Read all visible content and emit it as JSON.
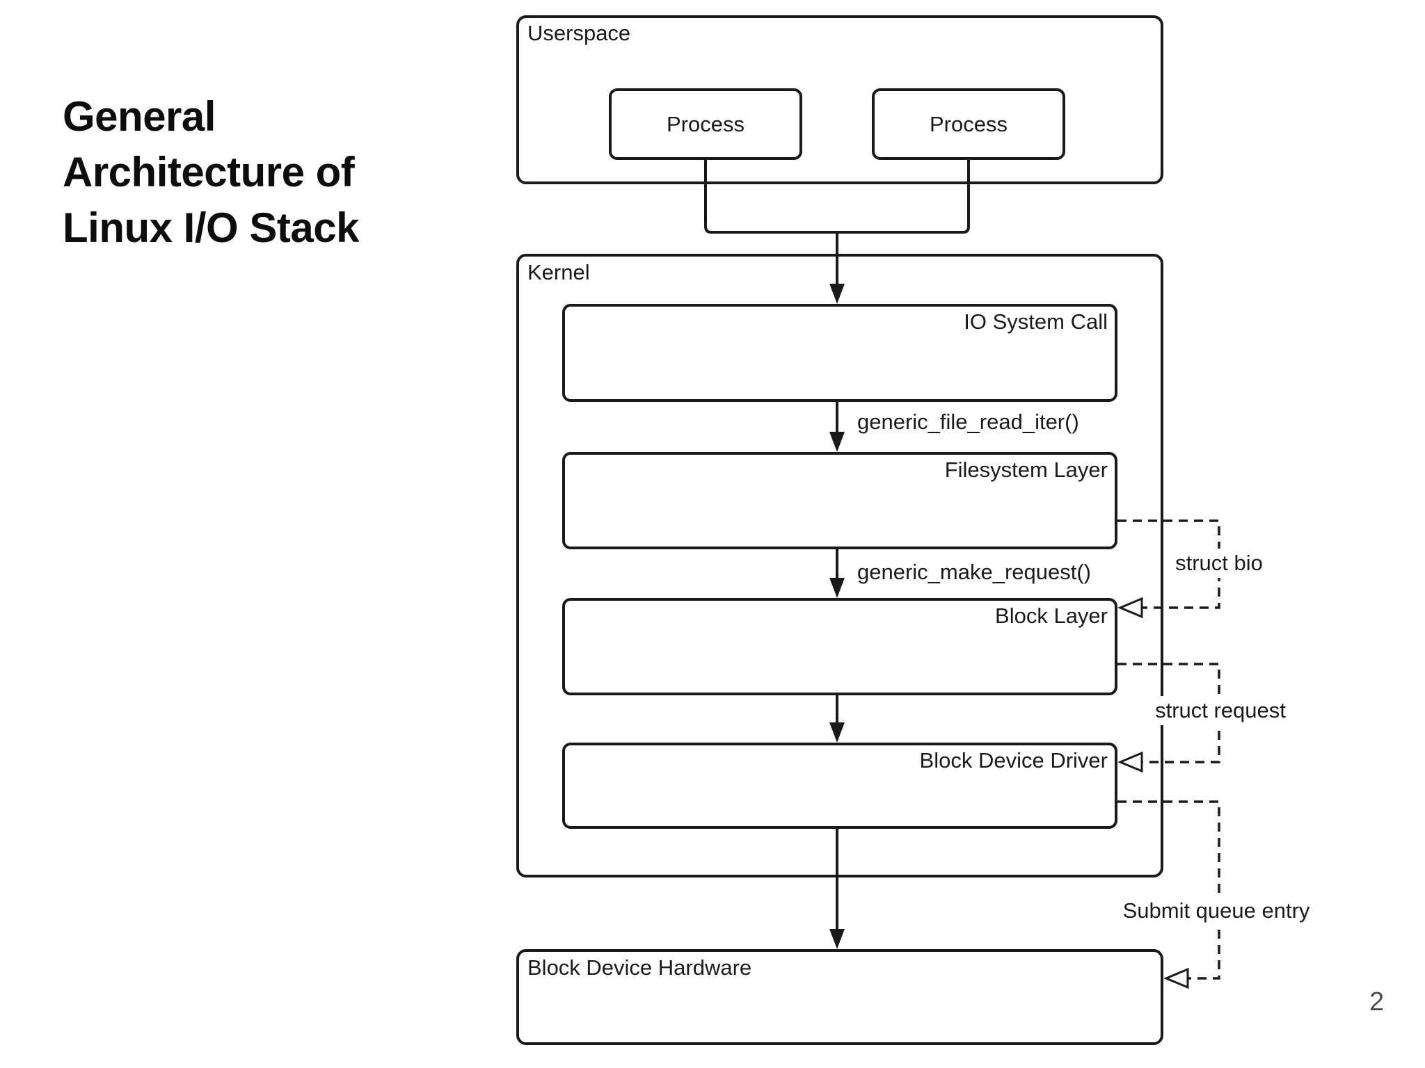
{
  "slide": {
    "title_lines": [
      "General",
      "Architecture of",
      "Linux I/O Stack"
    ],
    "page_number": "2"
  },
  "diagram": {
    "userspace_label": "Userspace",
    "processes": [
      "Process",
      "Process"
    ],
    "kernel_label": "Kernel",
    "layers": {
      "io_syscall": "IO System Call",
      "filesystem": "Filesystem Layer",
      "block_layer": "Block Layer",
      "block_driver": "Block Device Driver"
    },
    "hardware_label": "Block Device Hardware",
    "flow_labels": {
      "read_iter": "generic_file_read_iter()",
      "make_request": "generic_make_request()"
    },
    "side_labels": {
      "bio": "struct bio",
      "request": "struct request",
      "submit": "Submit queue entry"
    }
  },
  "colors": {
    "line": "#1a1a1a",
    "text": "#1a1a1a",
    "page_number": "#4d4d4d",
    "background": "#ffffff"
  }
}
